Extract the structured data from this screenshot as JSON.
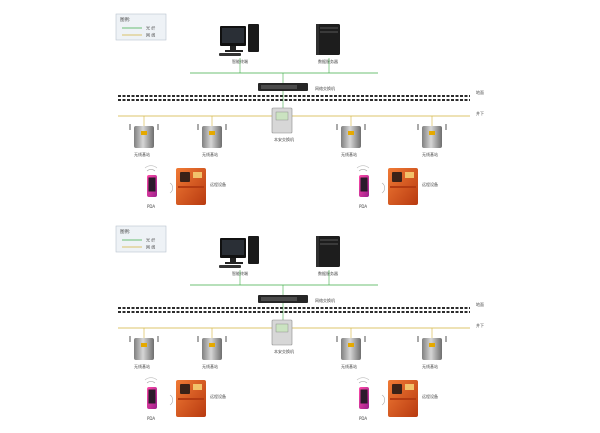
{
  "legend": {
    "title": "图例:",
    "items": [
      {
        "label": "光  纤",
        "color": "#3fae49"
      },
      {
        "label": "网  线",
        "color": "#d3b33a"
      }
    ]
  },
  "labels": {
    "pc": "智能终端",
    "server": "数据服务器",
    "switch": "网络交换机",
    "ground": "地面",
    "underground": "井下",
    "local_switch": "本安交换机",
    "base_station": "无线基站",
    "pda": "PDA",
    "device": "远程设备"
  },
  "colors": {
    "fiber": "#3fae49",
    "network": "#d3b33a",
    "device_orange": "#e0541c",
    "rail_dark": "#2c2c2c"
  },
  "panels": [
    {
      "id": "top",
      "device_labels": [
        "远程设备",
        "远程设备"
      ]
    },
    {
      "id": "bottom",
      "device_labels": [
        "远程设备",
        "远程设备"
      ]
    }
  ]
}
